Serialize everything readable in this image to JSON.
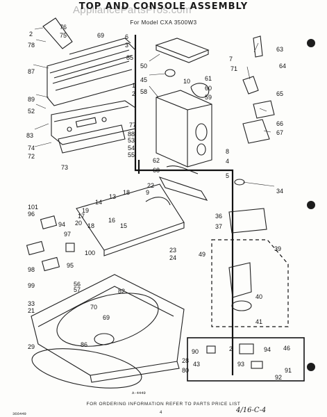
{
  "watermark": "AppliancePartsPros.com",
  "title": "TOP AND CONSOLE ASSEMBLY",
  "subtitle": "For Model CXA 3500W3",
  "footer": "FOR ORDERING INFORMATION REFER TO PARTS PRICE LIST",
  "doc_code": "366449",
  "drawing_code": "A-4449",
  "page_number": "4",
  "handwritten": "4/16-C-4",
  "callouts": [
    "2",
    "76",
    "75",
    "69",
    "6",
    "3",
    "78",
    "85",
    "87",
    "89",
    "1",
    "52",
    "2",
    "83",
    "77",
    "88",
    "53",
    "74",
    "54",
    "72",
    "55",
    "73",
    "50",
    "45",
    "58",
    "10",
    "61",
    "60",
    "59",
    "63",
    "64",
    "7",
    "71",
    "65",
    "66",
    "67",
    "62",
    "68",
    "8",
    "4",
    "5",
    "34",
    "22",
    "9",
    "13",
    "18",
    "14",
    "19",
    "17",
    "18",
    "20",
    "15",
    "16",
    "101",
    "96",
    "94",
    "97",
    "98",
    "99",
    "95",
    "100",
    "23",
    "24",
    "36",
    "37",
    "49",
    "39",
    "40",
    "41",
    "56",
    "57",
    "82",
    "33",
    "21",
    "70",
    "69",
    "86",
    "29",
    "28",
    "80",
    "90",
    "2",
    "46",
    "43",
    "93",
    "91",
    "92",
    "94"
  ]
}
